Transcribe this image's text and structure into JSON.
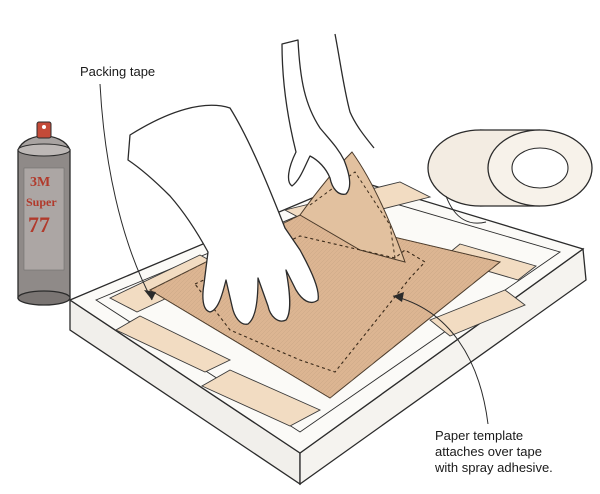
{
  "callouts": {
    "packing_tape": "Packing tape",
    "paper_template": [
      "Paper template",
      "attaches over tape",
      "with spray adhesive."
    ]
  },
  "spray_can": {
    "brand": "3M",
    "line1": "Super",
    "line2": "77"
  },
  "colors": {
    "outline": "#2b2b2b",
    "board_face": "#fbfaf7",
    "tape": "#f2dcc2",
    "paper": "#dcb592",
    "can_body": "#8f8a88",
    "can_label": "#b13a2c"
  }
}
